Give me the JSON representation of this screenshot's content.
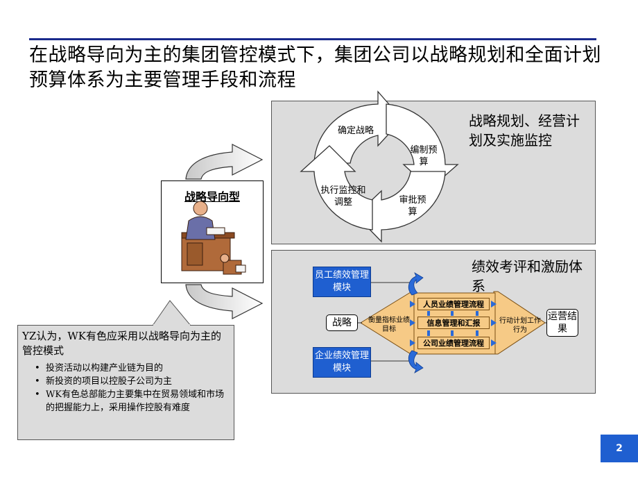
{
  "header": {
    "title": "在战略导向为主的集团管控模式下，集团公司以战略规划和全面计划预算体系为主要管理手段和流程"
  },
  "top_panel": {
    "title": "战略规划、经营计划及实施监控",
    "cycle": {
      "step1": "确定战略",
      "step2": "编制预算",
      "step3": "审批预算",
      "step4": "执行监控和调整"
    }
  },
  "badge": {
    "label": "战略导向型"
  },
  "note": {
    "headline": "YZ认为，WK有色应采用以战略导向为主的管控模式",
    "bullets": [
      "投资活动以构建产业链为目的",
      "新投资的项目以控股子公司为主",
      "WK有色总部能力主要集中在贸易领域和市场的把握能力上，采用操作控股有难度"
    ]
  },
  "bottom_panel": {
    "title": "绩效考评和激励体系",
    "module_employee": "员工绩效管理模块",
    "module_company": "企业绩效管理模块",
    "strategy": "战略",
    "measure": "衡量指标业绩目标",
    "rows": [
      "人员业绩管理流程",
      "信息管理和汇报",
      "公司业绩管理流程"
    ],
    "action": "行动计划工作行为",
    "result": "运营结果"
  },
  "footer": {
    "page_number": "2"
  },
  "colors": {
    "rule": "#1a2a8c",
    "panel_gray": "#dcdcdc",
    "module_blue": "#1f5fd0",
    "flow_orange": "#f6ca86"
  }
}
